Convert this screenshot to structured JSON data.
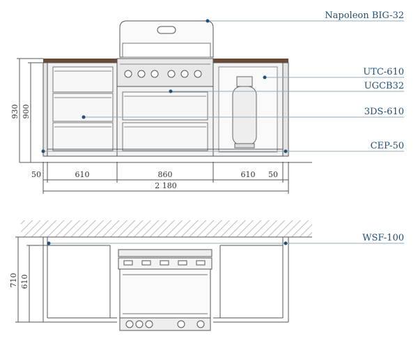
{
  "labels": {
    "grill": "Napoleon BIG-32",
    "utc": "UTC-610",
    "ugcb": "UGCB32",
    "drawers": "3DS-610",
    "cep": "CEP-50",
    "wsf": "WSF-100"
  },
  "front_dims": {
    "height_outer": "930",
    "height_inner": "900",
    "end_left": "50",
    "cab_left": "610",
    "grill_width": "860",
    "cab_right": "610",
    "end_right": "50",
    "total": "2 180"
  },
  "top_dims": {
    "depth_outer": "710",
    "depth_inner": "610"
  },
  "colors": {
    "label": "#1f4f7a",
    "line": "#555555",
    "countertop": "#6b4a3a",
    "cabinet": "#f2f2f2",
    "hatch": "#bbbbbb",
    "leader": "#9aa9b7"
  }
}
